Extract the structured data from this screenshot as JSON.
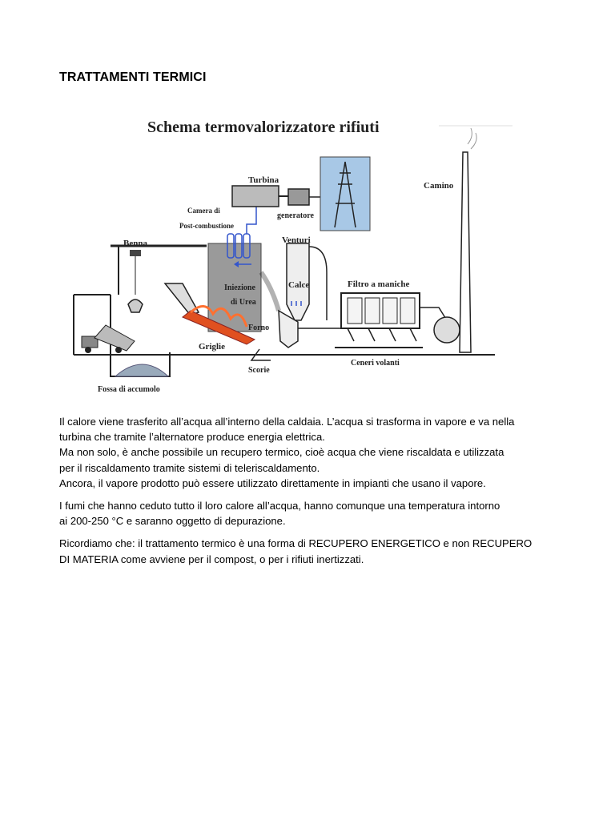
{
  "document": {
    "heading": "TRATTAMENTI TERMICI"
  },
  "figure": {
    "title": "Schema termovalorizzatore rifiuti",
    "labels": {
      "turbina": "Turbina",
      "camino": "Camino",
      "camera_1": "Camera di",
      "camera_2": "Post-combustione",
      "generatore": "generatore",
      "venturi": "Venturi",
      "benna": "Benna",
      "iniezione_1": "Iniezione",
      "iniezione_2": "di Urea",
      "calce": "Calce",
      "filtro": "Filtro a maniche",
      "forno": "Forno",
      "griglie": "Griglie",
      "scorie": "Scorie",
      "ceneri": "Ceneri volanti",
      "fossa": "Fossa di accumolo"
    },
    "colors": {
      "line": "#222222",
      "tower_fill": "#a8c8e6",
      "flame": "#e05020",
      "arrow": "#3355cc",
      "chamber": "#7a7a7a"
    }
  },
  "paragraphs": [
    {
      "lines": [
        "Il calore viene trasferito all’acqua all’interno della caldaia. L’acqua si trasforma in vapore e va nella",
        "turbina che tramite l’alternatore produce energia elettrica.",
        "Ma non solo, è anche possibile un recupero termico, cioè acqua che viene riscaldata e utilizzata",
        "per il riscaldamento tramite sistemi di teleriscaldamento.",
        "Ancora, il vapore prodotto può essere utilizzato direttamente in impianti che usano il vapore."
      ]
    },
    {
      "lines": [
        "I fumi che hanno ceduto tutto il loro calore all’acqua, hanno comunque una temperatura intorno",
        "ai 200-250 °C e saranno oggetto di depurazione."
      ]
    },
    {
      "lines": [
        "Ricordiamo che: il trattamento termico è una forma di RECUPERO ENERGETICO e non RECUPERO",
        "DI MATERIA come avviene per il compost, o per i rifiuti inertizzati."
      ]
    }
  ]
}
